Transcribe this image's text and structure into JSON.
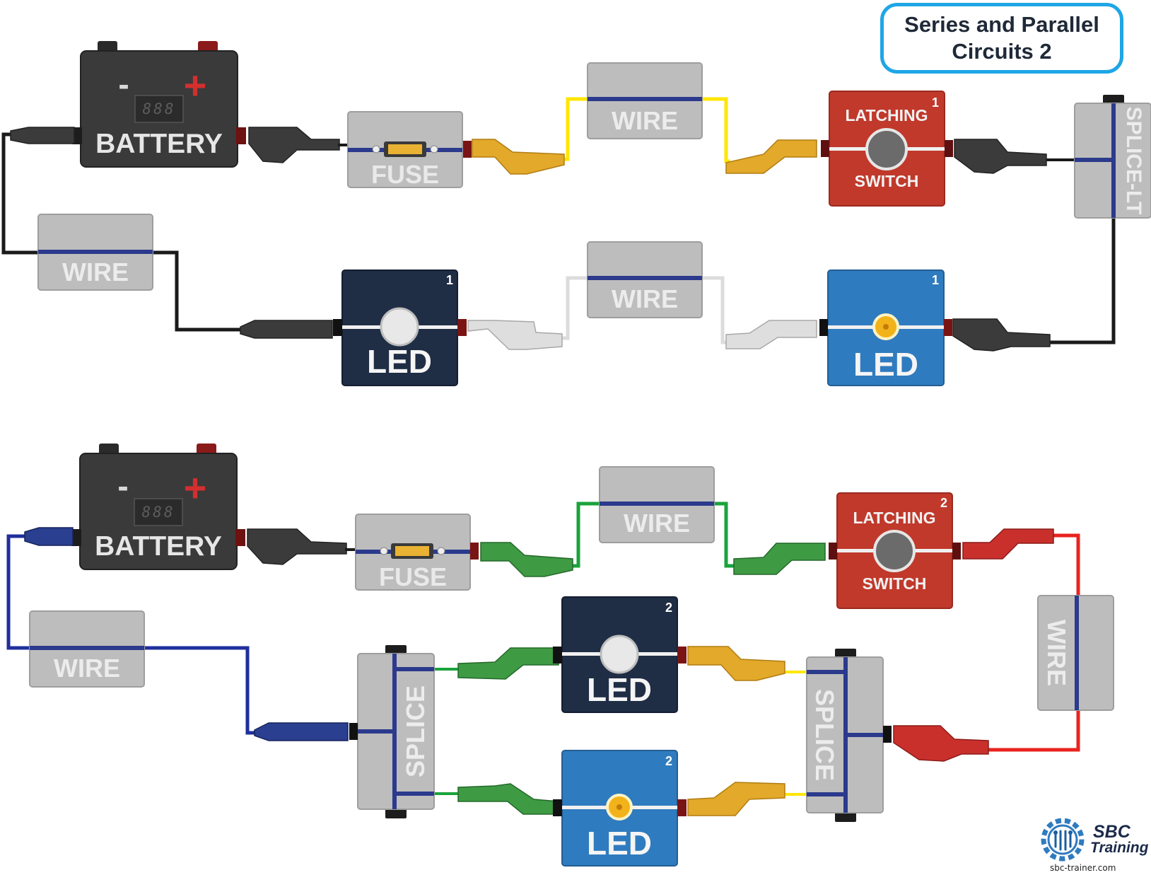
{
  "title": {
    "line1": "Series and Parallel",
    "line2": "Circuits 2"
  },
  "components": {
    "battery_1": {
      "label": "BATTERY",
      "minus": "-",
      "plus": "+",
      "display": "888"
    },
    "fuse_1": {
      "label": "FUSE"
    },
    "wire_1": {
      "label": "WIRE"
    },
    "latching_switch_1": {
      "line1": "LATCHING",
      "line2": "SWITCH",
      "number": "1"
    },
    "splice_lt": {
      "label": "SPLICE-LT"
    },
    "wire_2": {
      "label": "WIRE"
    },
    "led_1_dark": {
      "label": "LED",
      "number": "1"
    },
    "wire_3": {
      "label": "WIRE"
    },
    "led_1_blue": {
      "label": "LED",
      "number": "1"
    },
    "battery_2": {
      "label": "BATTERY",
      "minus": "-",
      "plus": "+",
      "display": "888"
    },
    "fuse_2": {
      "label": "FUSE"
    },
    "wire_4": {
      "label": "WIRE"
    },
    "latching_switch_2": {
      "line1": "LATCHING",
      "line2": "SWITCH",
      "number": "2"
    },
    "wire_5": {
      "label": "WIRE"
    },
    "wire_6": {
      "label": "WIRE"
    },
    "splice_left": {
      "label": "SPLICE"
    },
    "led_2_dark": {
      "label": "LED",
      "number": "2"
    },
    "led_2_blue": {
      "label": "LED",
      "number": "2"
    },
    "splice_right": {
      "label": "SPLICE"
    }
  },
  "logo": {
    "name": "SBC",
    "subtitle": "Training",
    "url": "sbc-trainer.com"
  },
  "colors": {
    "title_border": "#1ea6e6",
    "battery": "#3a3a3a",
    "switch": "#c0392b",
    "led_dark": "#1f2d45",
    "led_blue": "#2f7bbf",
    "module_grey": "#bdbdbd",
    "trace_navy": "#2b3a8c",
    "wire_black": "#1a1a1a",
    "wire_yellow": "#ffe600",
    "wire_white": "#dcdcdc",
    "wire_green": "#1aa33c",
    "wire_blue": "#1f2f9c",
    "wire_red": "#e8231f",
    "plug_black": "#3b3b3b",
    "plug_yellow": "#e2a92a",
    "plug_white": "#dedede",
    "plug_green": "#3f9a44",
    "plug_red": "#c9302c",
    "plug_blue": "#2a3f8f",
    "led_lens_off": "#e8e8e8",
    "led_lens_on": "#f2b21a"
  }
}
